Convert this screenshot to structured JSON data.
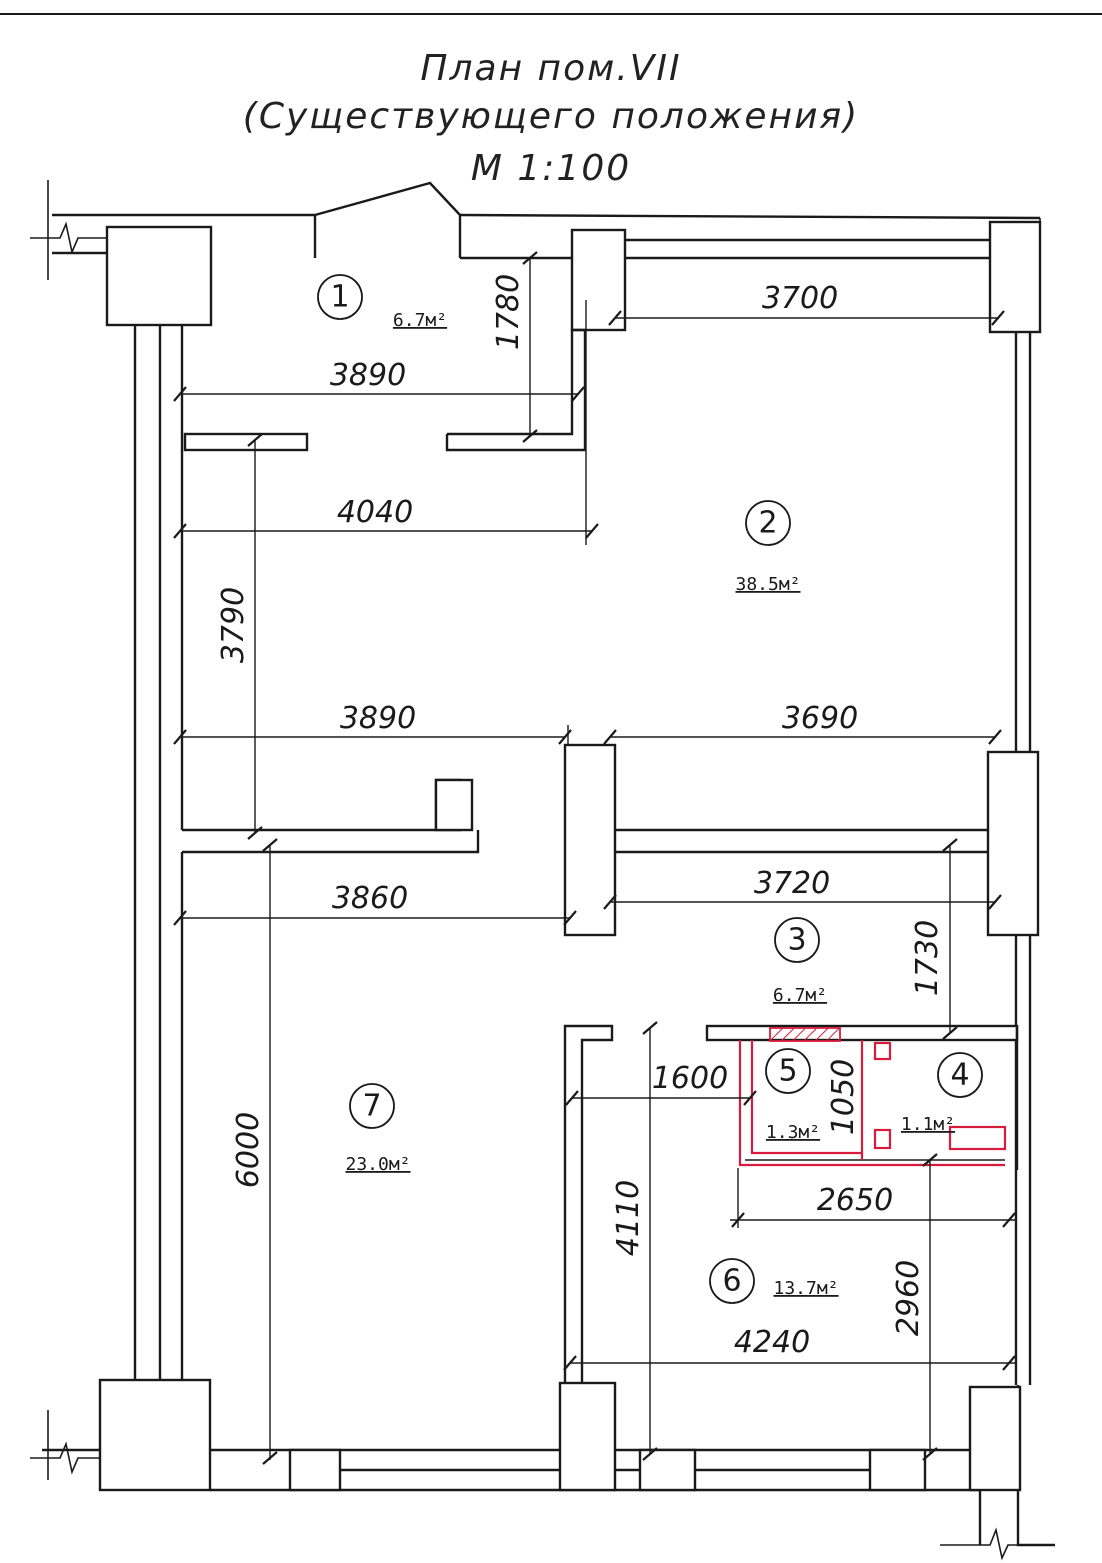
{
  "title": {
    "line1": "План пом.VII",
    "line2": "(Существующего положения)",
    "line3": "М 1:100"
  },
  "rooms": [
    {
      "id": "room-1",
      "number": "1",
      "area": "6.7м²"
    },
    {
      "id": "room-2",
      "number": "2",
      "area": "38.5м²"
    },
    {
      "id": "room-3",
      "number": "3",
      "area": "6.7м²"
    },
    {
      "id": "room-4",
      "number": "4",
      "area": "1.1м²"
    },
    {
      "id": "room-5",
      "number": "5",
      "area": "1.3м²"
    },
    {
      "id": "room-6",
      "number": "6",
      "area": "13.7м²"
    },
    {
      "id": "room-7",
      "number": "7",
      "area": "23.0м²"
    }
  ],
  "dimensions": [
    "1780",
    "3890",
    "3700",
    "4040",
    "3790",
    "3890",
    "3690",
    "3860",
    "3720",
    "1730",
    "1600",
    "1050",
    "6000",
    "4110",
    "2650",
    "2960",
    "4240"
  ],
  "colors": {
    "lines": "#1a1a1a",
    "highlight": "#d81b3c"
  }
}
